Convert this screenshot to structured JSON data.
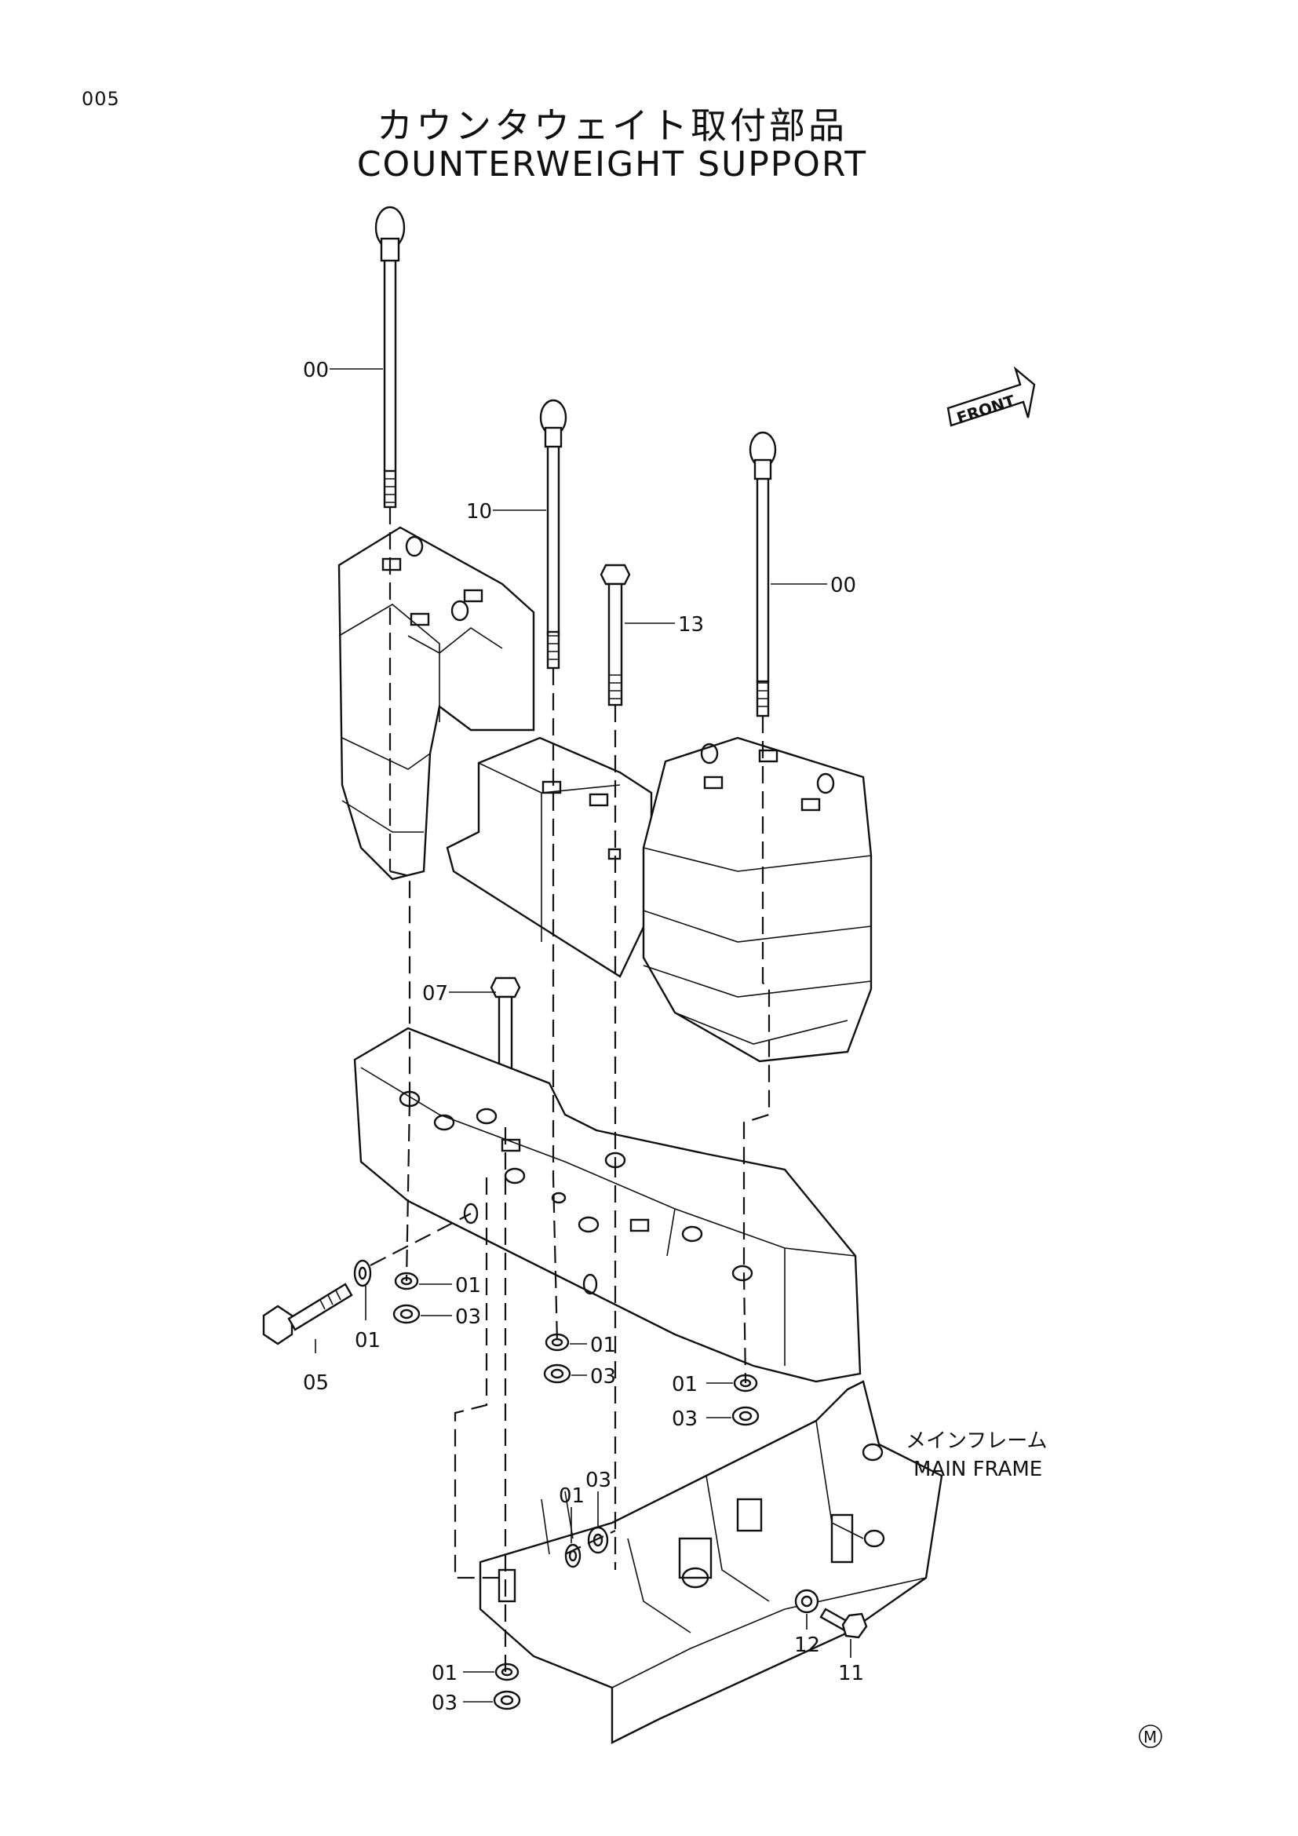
{
  "page_number": "005",
  "title_ja": "カウンタウェイト取付部品",
  "title_en": "COUNTERWEIGHT  SUPPORT",
  "front_arrow": {
    "label": "FRONT",
    "icon": "front-arrow-icon"
  },
  "main_frame": {
    "label_ja": "メインフレーム",
    "label_en": "MAIN  FRAME"
  },
  "callouts": {
    "eyebolt_left": "00",
    "eyebolt_center": "10",
    "eyebolt_right": "00",
    "bolt_13": "13",
    "bolt_07": "07",
    "bolt_05": "05",
    "washer_01_a": "01",
    "nut_03_a": "03",
    "washer_01_b": "01",
    "washer_01_c": "01",
    "nut_03_c": "03",
    "washer_01_d": "01",
    "nut_03_d": "03",
    "washer_01_e": "01",
    "nut_03_e": "03",
    "washer_01_f": "01",
    "nut_03_f": "03",
    "nut_12": "12",
    "bolt_11": "11"
  },
  "corner_mark": "M"
}
